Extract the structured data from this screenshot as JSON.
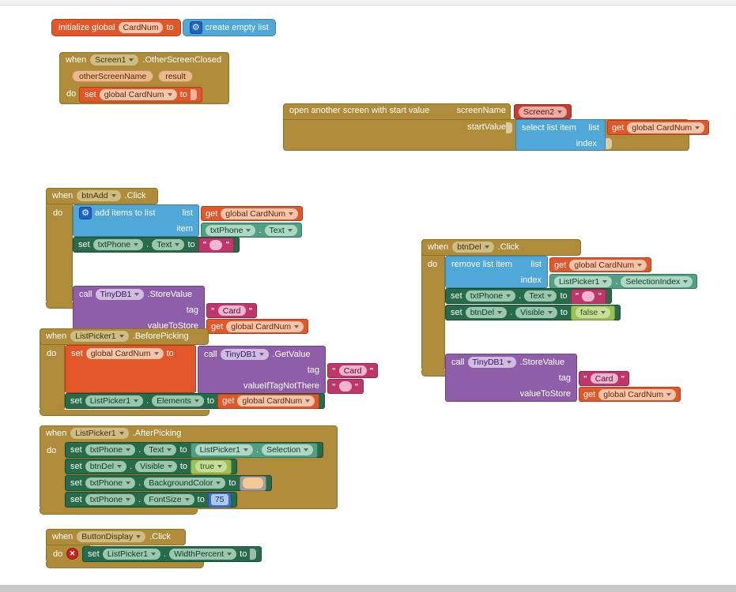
{
  "colors": {
    "canvas": "#FFFFFF",
    "chrome": "#C9C9C9",
    "event": "#AE8C3A",
    "eventBorder": "#8F7223",
    "variable": "#E2572A",
    "variableBorder": "#B03F1B",
    "list": "#4FA8D8",
    "listBorder": "#3C82A8",
    "setter": "#266C4B",
    "setterBorder": "#194B33",
    "getter": "#52A084",
    "getterBorder": "#3A7560",
    "procedure": "#8E5FA8",
    "procedureBorder": "#6B4384",
    "text": "#C13668",
    "textBorder": "#93264E",
    "logic": "#9CC153",
    "logicBorder": "#76983A",
    "math": "#3D6FC8",
    "mathBorder": "#2A4F9E",
    "control": "#C33D33",
    "controlBorder": "#932B23",
    "colorBlock": "#A0A0A0",
    "colorBlockBorder": "#7A7A7A",
    "swatch": "#F6C894",
    "mutator": "#1C63C9",
    "error": "#C6261F"
  },
  "kw": {
    "when": "when",
    "do": "do",
    "set": "set",
    "to": "to",
    "call": "call",
    "get": "get",
    "dot": ".",
    "list": "list",
    "item": "item",
    "index": "index",
    "tag": "tag"
  },
  "blocks": {
    "init_global": {
      "label": "initialize global",
      "var_name": "CardNum",
      "create_empty_list": "create empty list"
    },
    "screen_closed": {
      "component": "Screen1",
      "event": ".OtherScreenClosed",
      "param_other_screen": "otherScreenName",
      "param_result": "result",
      "set_var": "global CardNum"
    },
    "open_screen": {
      "label": "open another screen with start value",
      "screen_name_label": "screenName",
      "screen": "Screen2",
      "start_value_label": "startValue",
      "select_list_item": "select list item",
      "get_var": "global CardNum"
    },
    "btn_add": {
      "component": "btnAdd",
      "event": ".Click",
      "add_items_label": "add items to list",
      "get_var": "global CardNum",
      "item_comp": "txtPhone",
      "item_prop": "Text",
      "set_comp": "txtPhone",
      "set_prop": "Text",
      "db": "TinyDB1",
      "method": ".StoreValue",
      "tag_value": "Card",
      "value_to_store_label": "valueToStore"
    },
    "btn_del": {
      "component": "btnDel",
      "event": ".Click",
      "remove_label": "remove list item",
      "get_var": "global CardNum",
      "index_comp": "ListPicker1",
      "index_prop": "SelectionIndex",
      "set_text_comp": "txtPhone",
      "set_text_prop": "Text",
      "set_vis_comp": "btnDel",
      "set_vis_prop": "Visible",
      "vis_value": "false",
      "db": "TinyDB1",
      "method": ".StoreValue",
      "tag_value": "Card",
      "value_to_store_label": "valueToStore"
    },
    "before_picking": {
      "component": "ListPicker1",
      "event": ".BeforePicking",
      "set_var": "global CardNum",
      "db": "TinyDB1",
      "method": ".GetValue",
      "tag_value": "Card",
      "value_if_label": "valueIfTagNotThere",
      "set_comp": "ListPicker1",
      "set_prop": "Elements",
      "get_var": "global CardNum"
    },
    "after_picking": {
      "component": "ListPicker1",
      "event": ".AfterPicking",
      "r1_comp": "txtPhone",
      "r1_prop": "Text",
      "r1_val_comp": "ListPicker1",
      "r1_val_prop": "Selection",
      "r2_comp": "btnDel",
      "r2_prop": "Visible",
      "r2_value": "true",
      "r3_comp": "txtPhone",
      "r3_prop": "BackgroundColor",
      "r4_comp": "txtPhone",
      "r4_prop": "FontSize",
      "r4_value": "75"
    },
    "button_display": {
      "component": "ButtonDisplay",
      "event": ".Click",
      "set_comp": "ListPicker1",
      "set_prop": "WidthPercent"
    }
  }
}
